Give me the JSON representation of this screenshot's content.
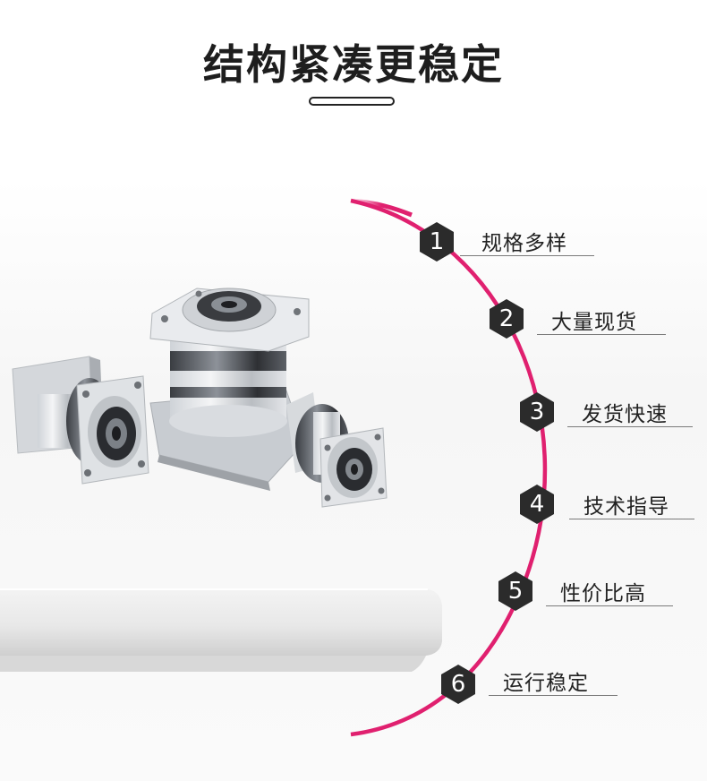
{
  "title": "结构紧凑更稳定",
  "features": [
    {
      "num": "1",
      "label": "规格多样"
    },
    {
      "num": "2",
      "label": "大量现货"
    },
    {
      "num": "3",
      "label": "发货快速"
    },
    {
      "num": "4",
      "label": "技术指导"
    },
    {
      "num": "5",
      "label": "性价比高"
    },
    {
      "num": "6",
      "label": "运行稳定"
    }
  ],
  "colors": {
    "accent": "#e0206f",
    "hexagon": "#2b2b2b",
    "text": "#222222"
  }
}
